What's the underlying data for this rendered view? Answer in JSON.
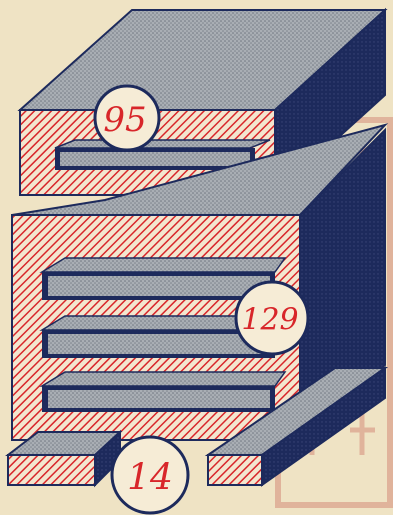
{
  "labels": {
    "top_block": "95",
    "middle_block": "129",
    "bottom_bar": "14"
  },
  "colors": {
    "paper": "#efe3c4",
    "ink_navy": "#1d2a5c",
    "gray_top": "#9ea4ac",
    "red_hatch": "#d8262a",
    "stamp_red": "#c75c52"
  },
  "stamp": {
    "description_icon": "red-seal-stamp-icon"
  }
}
